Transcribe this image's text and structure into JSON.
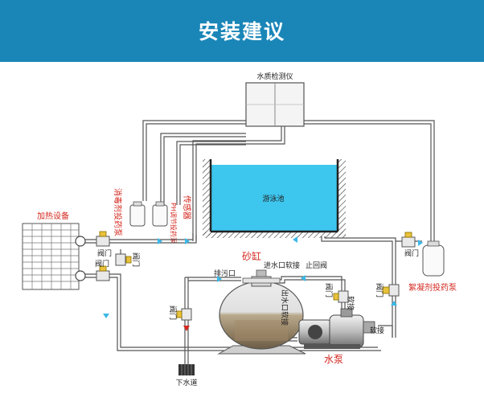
{
  "banner": {
    "title": "安装建议"
  },
  "labels": {
    "water_quality_monitor": "水质检测仪",
    "pool": "游泳池",
    "heater": "加热设备",
    "disinfectant_pump": "消毒剂投药泵",
    "ph_pump": "PH调节投药泵",
    "sensor": "传感器",
    "sand_filter": "砂缸",
    "drain_outlet": "排污口",
    "inlet_hose": "进水口软接",
    "return_valve": "止回阀",
    "outlet_hose": "出水口软接",
    "coagulant_pump": "絮凝剂投药泵",
    "water_pump": "水泵",
    "sewer": "下水道",
    "valve": "阀门",
    "hose": "软接"
  },
  "colors": {
    "banner": "#1a86b8",
    "pool_water": "#3dc6ee",
    "label_red": "#d4281f",
    "flow_arrow": "#3ab8e8"
  }
}
